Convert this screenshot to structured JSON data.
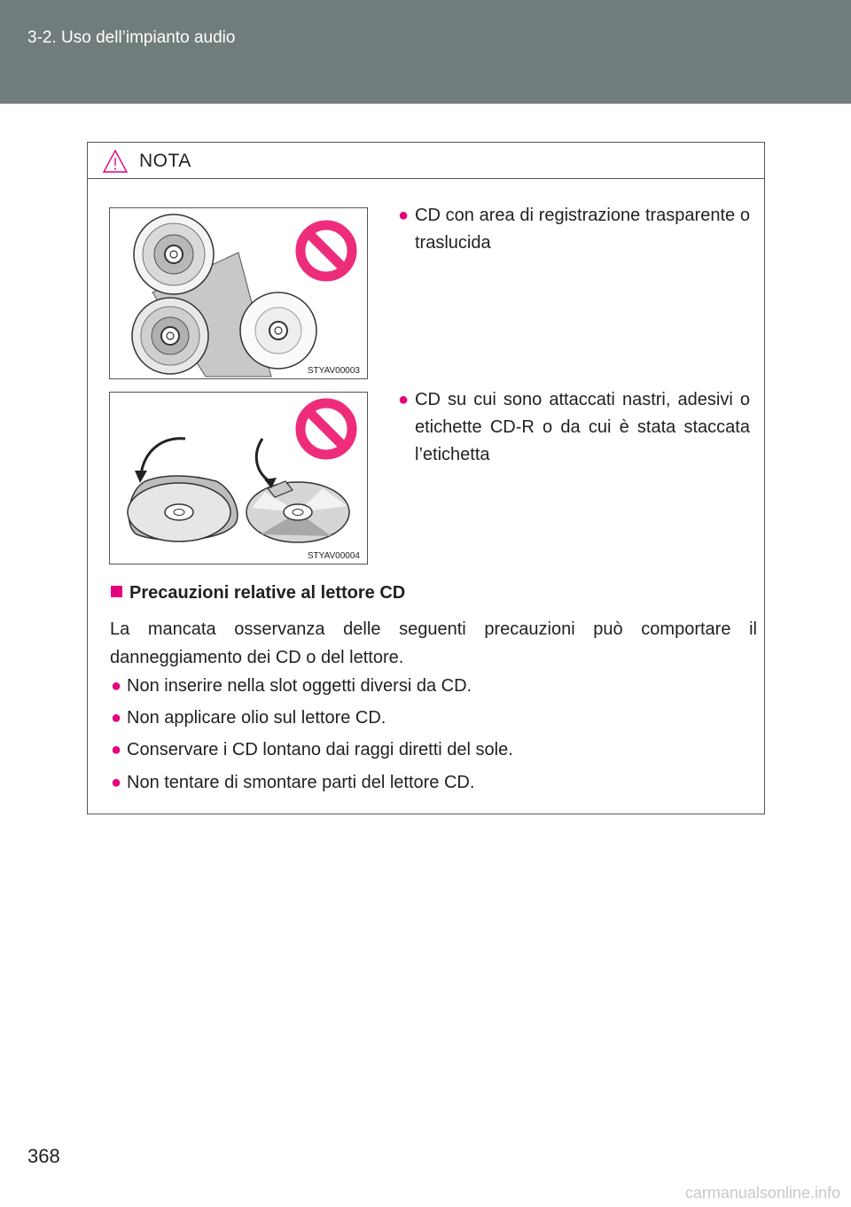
{
  "header": {
    "section_title": "3-2. Uso dell’impianto audio"
  },
  "note": {
    "label": "NOTA",
    "items": [
      {
        "text": "CD con area di registrazione trasparente o traslucida",
        "figure_code": "STYAV00003"
      },
      {
        "text": "CD su cui sono attaccati nastri, adesivi o etichette CD-R o da cui è stata staccata l’etichetta",
        "figure_code": "STYAV00004"
      }
    ]
  },
  "precautions": {
    "title": "Precauzioni relative al lettore CD",
    "intro": "La mancata osservanza delle seguenti precauzioni può comportare il danneggiamento dei CD o del lettore.",
    "items": [
      "Non inserire nella slot oggetti diversi da CD.",
      "Non applicare olio sul lettore CD.",
      "Conservare i CD lontano dai raggi diretti del sole.",
      "Non tentare di smontare parti del lettore CD."
    ]
  },
  "footer": {
    "page_number": "368",
    "watermark": "carmanualsonline.info"
  },
  "colors": {
    "header_band": "#717d7c",
    "accent_magenta": "#e6007e",
    "prohibit_symbol": "#ee2d7a"
  },
  "icons": [
    "warning-triangle-icon",
    "prohibited-icon",
    "bullet-dot-icon",
    "square-bullet-icon"
  ]
}
